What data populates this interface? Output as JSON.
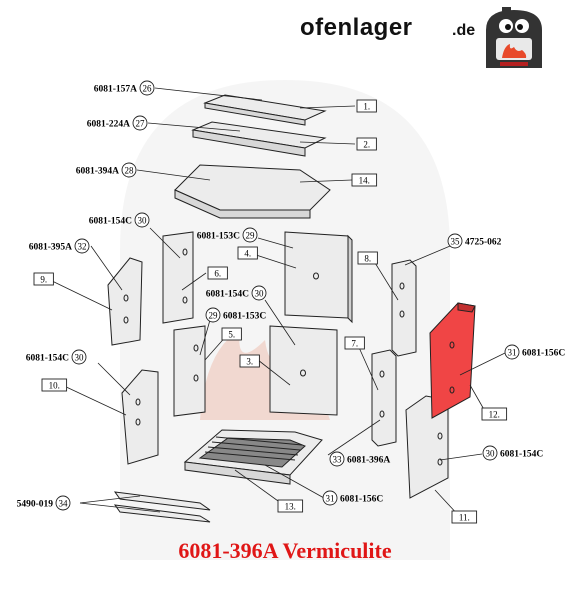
{
  "brand": {
    "name": "ofenlager",
    "tld": ".de",
    "mascot_icon": "stove-mascot-icon"
  },
  "title": "6081-396A Vermiculite",
  "colors": {
    "highlight": "#f04545",
    "title": "#e01616",
    "line": "#222222"
  },
  "callouts": [
    {
      "num": "26",
      "code": "6081-157A"
    },
    {
      "num": "27",
      "code": "6081-224A"
    },
    {
      "num": "28",
      "code": "6081-394A"
    },
    {
      "num": "30",
      "code": "6081-154C"
    },
    {
      "num": "29",
      "code": "6081-153C"
    },
    {
      "num": "32",
      "code": "6081-395A"
    },
    {
      "num": "30",
      "code": "6081-154C"
    },
    {
      "num": "29",
      "code": "6081-153C"
    },
    {
      "num": "30",
      "code": "6081-154C"
    },
    {
      "num": "31",
      "code": "6081-156C"
    },
    {
      "num": "33",
      "code": "6081-396A"
    },
    {
      "num": "30",
      "code": "6081-154C"
    },
    {
      "num": "31",
      "code": "6081-156C"
    },
    {
      "num": "34",
      "code": "5490-019"
    },
    {
      "num": "35",
      "code": "4725-062"
    }
  ],
  "position_labels": [
    "1.",
    "2.",
    "14.",
    "4.",
    "6.",
    "8.",
    "9.",
    "5.",
    "7.",
    "3.",
    "10.",
    "12.",
    "13.",
    "11."
  ]
}
